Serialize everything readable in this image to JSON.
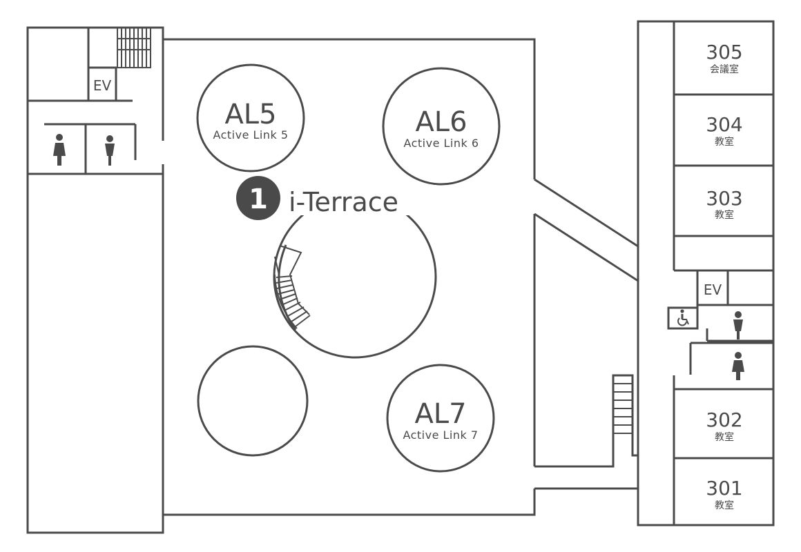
{
  "venue": {
    "marker_number": "1",
    "name": "i-Terrace"
  },
  "active_links": [
    {
      "id": "al5",
      "code": "AL5",
      "label": "Active Link 5"
    },
    {
      "id": "al6",
      "code": "AL6",
      "label": "Active Link 6"
    },
    {
      "id": "al7",
      "code": "AL7",
      "label": "Active Link 7"
    }
  ],
  "elevators": {
    "left": "EV",
    "right": "EV"
  },
  "rooms": [
    {
      "number": "305",
      "type": "会議室"
    },
    {
      "number": "304",
      "type": "教室"
    },
    {
      "number": "303",
      "type": "教室"
    },
    {
      "number": "302",
      "type": "教室"
    },
    {
      "number": "301",
      "type": "教室"
    }
  ],
  "icons": {
    "female_restroom": "female-restroom-icon",
    "male_restroom": "male-restroom-icon",
    "accessible_restroom": "wheelchair-icon",
    "stairs": "stairs-icon"
  },
  "colors": {
    "line": "#4a4a4a",
    "background": "#ffffff",
    "badge": "#4a4a4a"
  }
}
